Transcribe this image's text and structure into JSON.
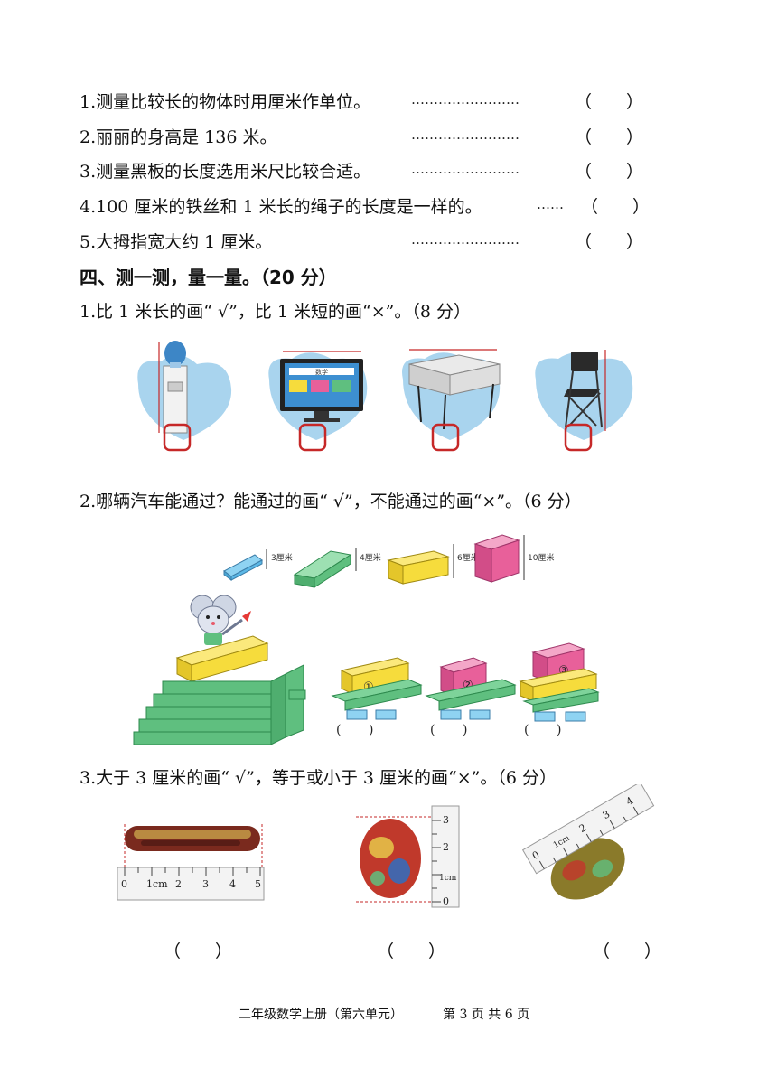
{
  "judgement": {
    "items": [
      {
        "text": "1.测量比较长的物体时用厘米作单位。",
        "dots": "……………………",
        "paren": "（　　）"
      },
      {
        "text": "2.丽丽的身高是 136 米。",
        "dots": "……………………",
        "paren": "（　　）"
      },
      {
        "text": "3.测量黑板的长度选用米尺比较合适。",
        "dots": "……………………",
        "paren": "（　　）"
      },
      {
        "text": "4.100 厘米的铁丝和 1 米长的绳子的长度是一样的。",
        "dots": "……",
        "paren": "（　　）"
      },
      {
        "text": "5.大拇指宽大约 1 厘米。",
        "dots": "……………………",
        "paren": "（　　）"
      }
    ]
  },
  "section4": {
    "heading": "四、测一测，量一量。（20 分）",
    "q1": {
      "text": "1.比 1 米长的画“ √”，比 1 米短的画“×”。（8 分）",
      "monitor_label": "数学"
    },
    "q2": {
      "text": "2.哪辆汽车能通过？能通过的画“ √”，不能通过的画“×”。（6 分）",
      "dim_labels": [
        "3厘米",
        "4厘米",
        "6厘米",
        "10厘米"
      ],
      "car_labels": [
        "①",
        "②",
        "③"
      ]
    },
    "q3": {
      "text": "3.大于 3 厘米的画“ √”，等于或小于 3 厘米的画“×”。（6 分）",
      "ruler1_ticks": [
        "0",
        "1cm",
        "2",
        "3",
        "4",
        "5"
      ],
      "ruler2_ticks": [
        "0",
        "1cm",
        "2",
        "3"
      ],
      "ruler3_ticks": [
        "0",
        "1cm",
        "2",
        "3",
        "4"
      ],
      "answers": [
        "（　　）",
        "（　　）",
        "（　　）"
      ]
    }
  },
  "footer": {
    "book": "二年级数学上册（第六单元）",
    "page": "第 3 页 共 6 页"
  },
  "colors": {
    "cloud": "#a9d4ee",
    "answer_box": "#c62828",
    "stairs": "#5fbf7f",
    "yellow_block": "#f6dc3c",
    "pink_block": "#e8609a",
    "cyan_block": "#5cb8e6"
  }
}
